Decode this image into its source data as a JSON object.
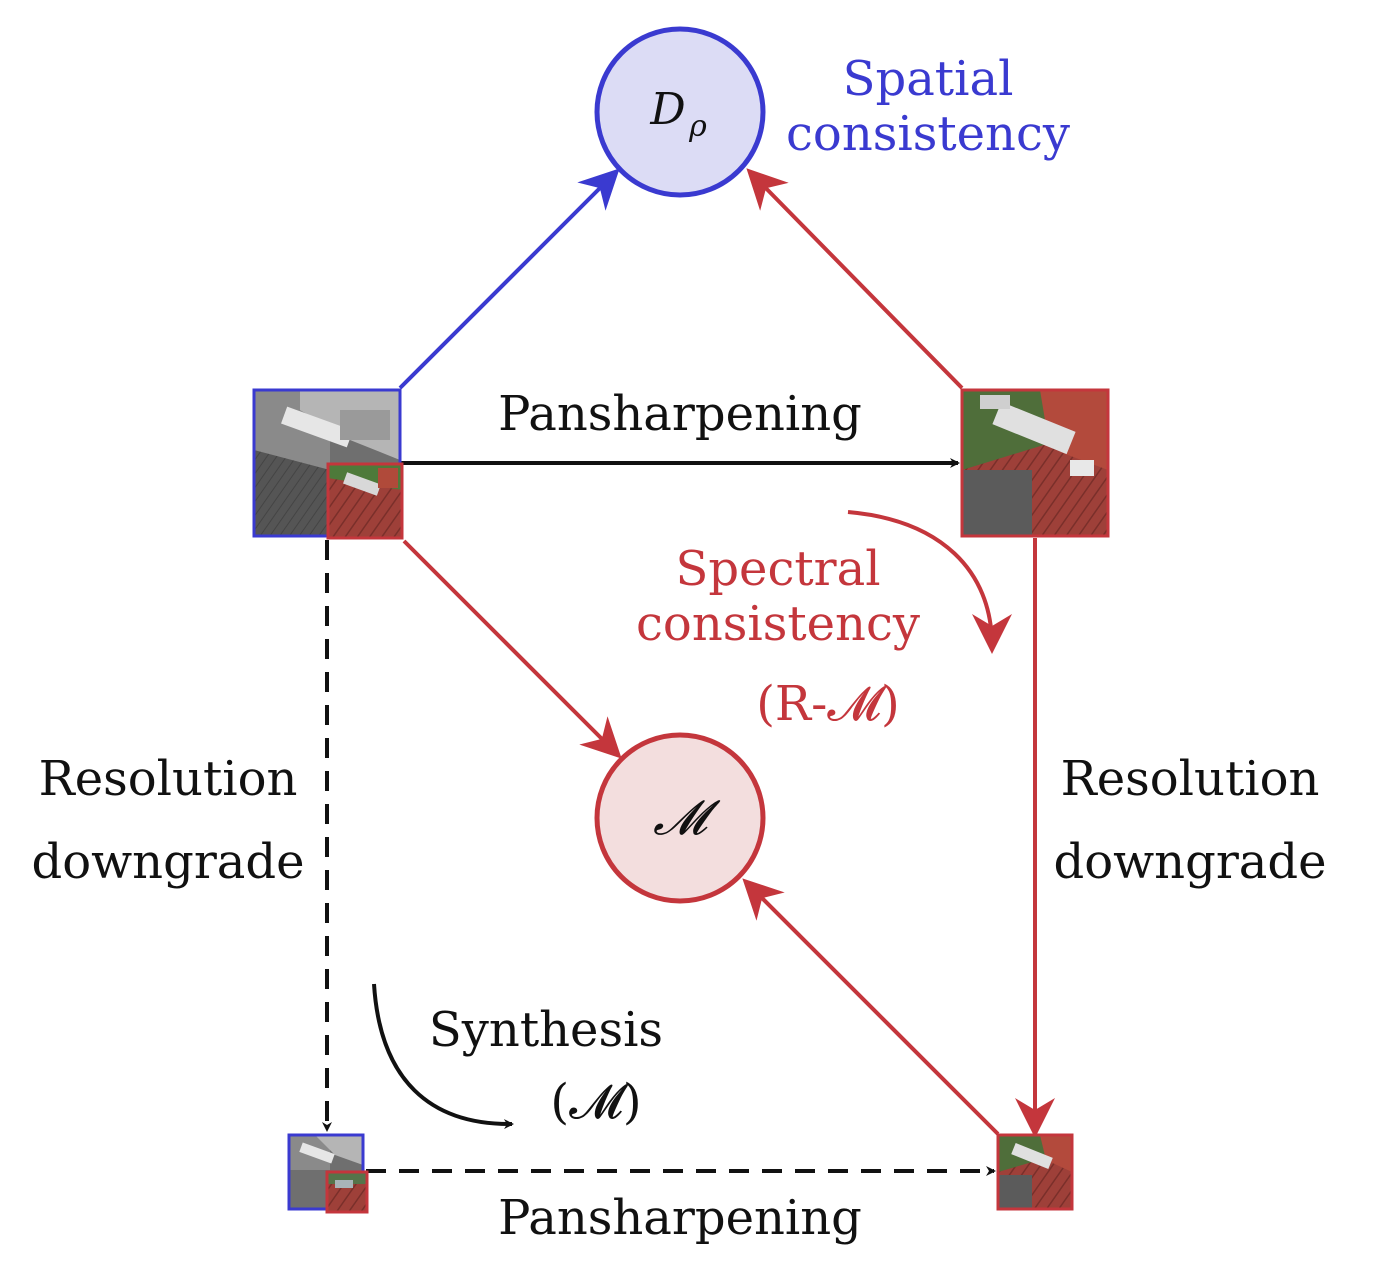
{
  "colors": {
    "blue": "#3a3ad0",
    "red": "#c4363c",
    "black": "#111111",
    "node_blue_fill": "#dcdcf5",
    "node_red_fill": "#f3dede"
  },
  "nodes": {
    "d_rho": {
      "label": "D",
      "sub": "ρ"
    },
    "m": {
      "label": "𝓜"
    }
  },
  "labels": {
    "spatial_line1": "Spatial",
    "spatial_line2": "consistency",
    "pansharpening_top": "Pansharpening",
    "spectral_line1": "Spectral",
    "spectral_line2": "consistency",
    "spectral_line3": "(R-𝓜)",
    "resolution_left_line1": "Resolution",
    "resolution_left_line2": "downgrade",
    "resolution_right_line1": "Resolution",
    "resolution_right_line2": "downgrade",
    "synthesis_line1": "Synthesis",
    "synthesis_line2": "(𝓜)",
    "pansharpening_bottom": "Pansharpening"
  }
}
